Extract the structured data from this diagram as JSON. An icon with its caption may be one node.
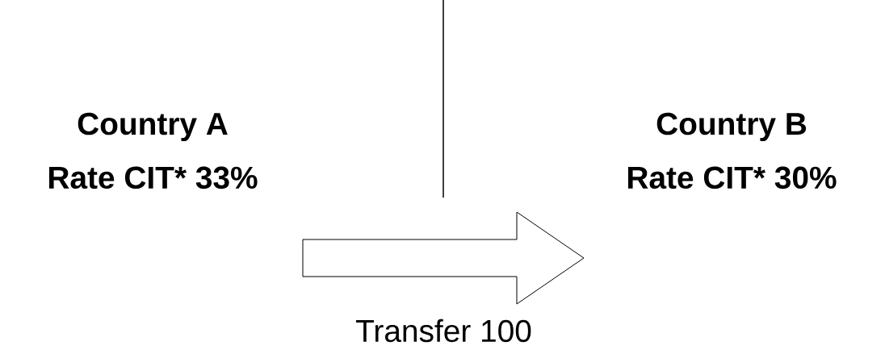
{
  "diagram": {
    "nodes": [
      {
        "text": [
          "Country A",
          "Rate CIT* 33%"
        ]
      },
      {
        "text": [
          "Country B",
          "Rate CIT* 30%"
        ]
      }
    ],
    "edges": [
      {
        "from": 0,
        "to": 1,
        "arrow": "to",
        "label": "Transfer 100"
      }
    ]
  }
}
